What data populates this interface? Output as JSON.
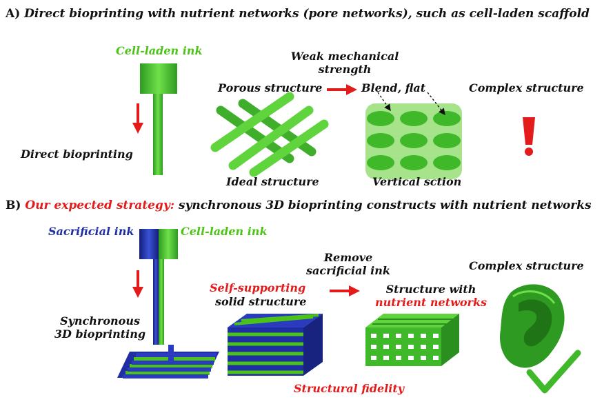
{
  "panel_a": {
    "letter": "A)",
    "title": "Direct bioprinting with nutrient networks (pore networks), such as cell-laden scaffold",
    "ink_label": "Cell-laden ink",
    "process_label": "Direct bioprinting",
    "porous_label": "Porous structure",
    "weak_label_1": "Weak mechanical",
    "weak_label_2": "strength",
    "blend_label": "Blend, flat",
    "ideal_label": "Ideal structure",
    "vertical_label": "Vertical sction",
    "complex_label": "Complex structure",
    "status_mark": "!"
  },
  "panel_b": {
    "letter": "B)",
    "title_highlight": "Our expected strategy:",
    "title_rest": "synchronous 3D bioprinting constructs with nutrient networks",
    "sacrificial_label": "Sacrificial ink",
    "cell_label": "Cell-laden ink",
    "process_label_1": "Synchronous",
    "process_label_2": "3D bioprinting",
    "self_supporting_label": "Self-supporting",
    "solid_label": "solid structure",
    "remove_label_1": "Remove",
    "remove_label_2": "sacrificial ink",
    "structure_with_label": "Structure with",
    "nutrient_label": "nutrient networks",
    "complex_label": "Complex structure",
    "fidelity_label": "Structural fidelity"
  },
  "colors": {
    "green": "#4cc417",
    "dark_green": "#2e8b1a",
    "blue": "#1f2fa3",
    "red": "#e31b1b"
  }
}
